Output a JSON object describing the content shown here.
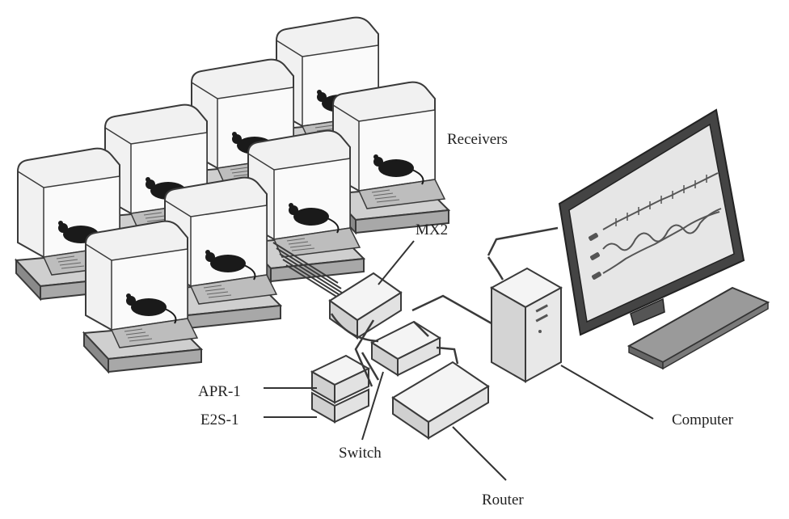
{
  "labels": {
    "receivers": "Receivers",
    "mx2": "MX2",
    "apr1": "APR-1",
    "e2s1": "E2S-1",
    "switch": "Switch",
    "router": "Router",
    "computer": "Computer"
  },
  "cage_count": 8,
  "colors": {
    "outline": "#3a3a3a",
    "cage_fill": "#f1f1f1",
    "base_fill": "#9a9a9a",
    "mouse": "#1a1a1a",
    "screen": "#e6e6e6",
    "monitor_frame": "#444444",
    "tower_fill": "#e8e8e8"
  }
}
